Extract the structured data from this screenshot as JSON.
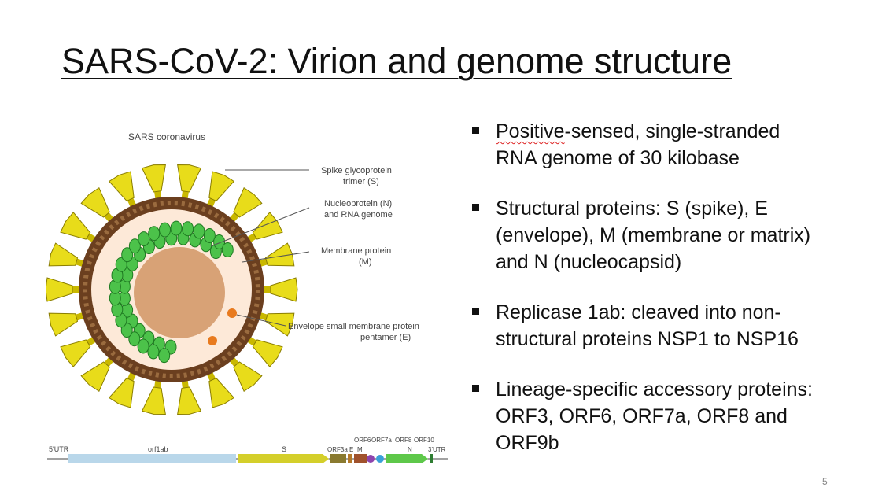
{
  "slide": {
    "title": "SARS-CoV-2: Virion and genome structure",
    "page_number": "5"
  },
  "figure": {
    "heading": "SARS coronavirus",
    "labels": {
      "spike_l1": "Spike glycoprotein",
      "spike_l2": "trimer (S)",
      "nucleo_l1": "Nucleoprotein (N)",
      "nucleo_l2": "and RNA genome",
      "membrane_l1": "Membrane protein",
      "membrane_l2": "(M)",
      "envelope_l1": "Envelope small membrane protein",
      "envelope_l2": "pentamer (E)"
    },
    "genome": {
      "utr5": "5'UTR",
      "orf1ab": "orf1ab",
      "s": "S",
      "orf3a_e": "ORF3a E",
      "m": "M",
      "orf6": "ORF6",
      "orf7a": "ORF7a",
      "orf8": "ORF8",
      "orf10": "ORF10",
      "n": "N",
      "utr3": "3'UTR"
    }
  },
  "bullets": [
    {
      "first": "Positive",
      "rest": "-sensed, single-stranded",
      "line2": "RNA genome of 30 kilobase"
    },
    {
      "line1": "Structural proteins: S (spike), E",
      "line2": "(envelope), M (membrane or matrix)",
      "line3": "and N (nucleocapsid)"
    },
    {
      "line1": "Replicase 1ab: cleaved into non-",
      "line2": "structural proteins NSP1 to NSP16"
    },
    {
      "line1": "Lineage-specific accessory proteins:",
      "line2": "ORF3, ORF6, ORF7a, ORF8 and",
      "line3": "ORF9b"
    }
  ]
}
